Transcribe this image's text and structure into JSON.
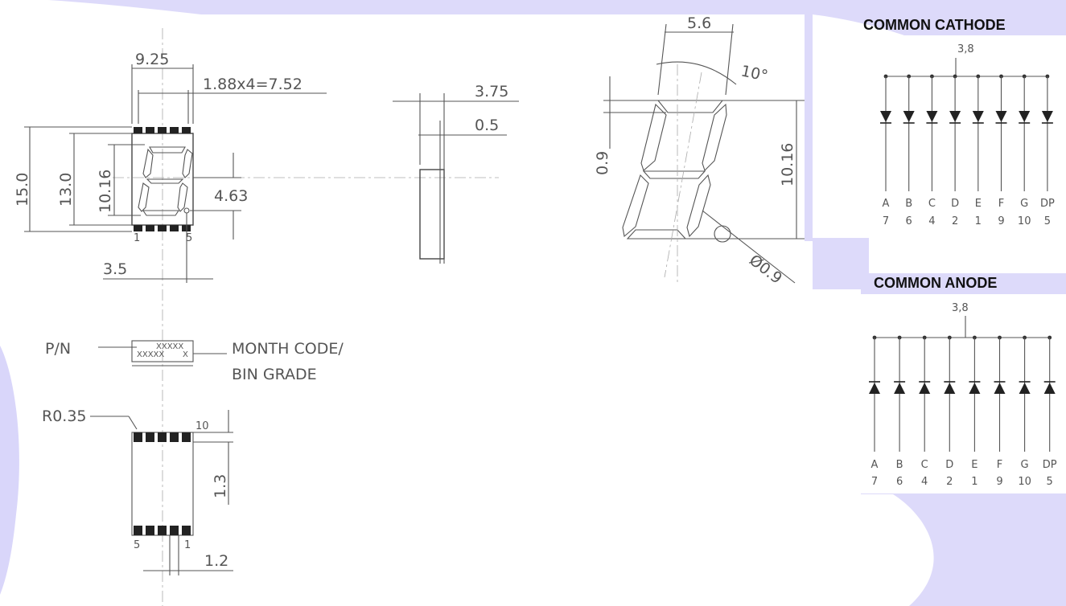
{
  "colors": {
    "background": "#ffffff",
    "lavender": "#d9d6fa",
    "line": "#555555",
    "title": "#111111"
  },
  "front_view": {
    "width": "9.25",
    "pin_pitch": "1.88x4=7.52",
    "height_total": "15.0",
    "height_body": "13.0",
    "digit_height": "10.16",
    "dp_offset": "4.63",
    "pin_first": "1",
    "pin_last": "5",
    "dp_x": "3.5"
  },
  "side_view": {
    "depth": "3.75",
    "lead": "0.5"
  },
  "segment_detail": {
    "width": "5.6",
    "slant": "10°",
    "segment_width": "0.9",
    "digit_height": "10.16",
    "dp_diameter": "Ø0.9"
  },
  "marking": {
    "pn_label": "P/N",
    "code_top": "XXXXX",
    "code_bottom": "XXXXX",
    "code_x": "X",
    "month_code_line1": "MONTH CODE/",
    "month_code_line2": "BIN GRADE"
  },
  "bottom_view": {
    "radius": "R0.35",
    "pin_top": "10",
    "pad_length": "1.3",
    "pin_left": "5",
    "pin_right": "1",
    "pad_width": "1.2"
  },
  "cathode": {
    "title": "COMMON CATHODE",
    "common_pins": "3,8",
    "segments": [
      "A",
      "B",
      "C",
      "D",
      "E",
      "F",
      "G",
      "DP"
    ],
    "pins": [
      "7",
      "6",
      "4",
      "2",
      "1",
      "9",
      "10",
      "5"
    ]
  },
  "anode": {
    "title": "COMMON ANODE",
    "common_pins": "3,8",
    "segments": [
      "A",
      "B",
      "C",
      "D",
      "E",
      "F",
      "G",
      "DP"
    ],
    "pins": [
      "7",
      "6",
      "4",
      "2",
      "1",
      "9",
      "10",
      "5"
    ]
  }
}
